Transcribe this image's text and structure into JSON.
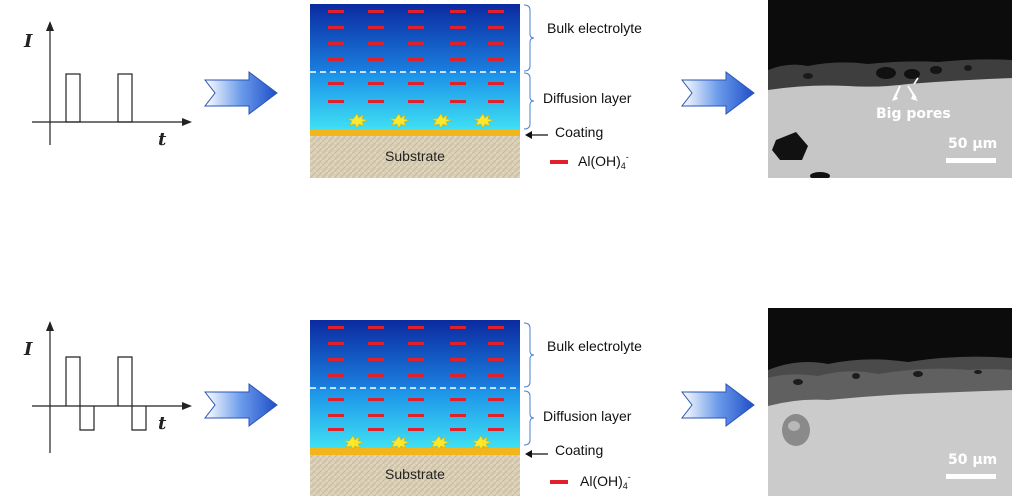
{
  "rows": [
    {
      "waveform": {
        "type": "unipolar",
        "y_label": "I",
        "x_label": "t"
      },
      "schematic": {
        "bulk_label": "Bulk electrolyte",
        "diffusion_label": "Diffusion layer",
        "coating_label": "Coating",
        "substrate_label": "Substrate",
        "legend_species": "Al(OH)",
        "legend_sub": "4",
        "legend_sup": "-"
      },
      "micrograph": {
        "annotation": "Big pores",
        "scale": "50 µm"
      }
    },
    {
      "waveform": {
        "type": "bipolar",
        "y_label": "I",
        "x_label": "t"
      },
      "schematic": {
        "bulk_label": "Bulk electrolyte",
        "diffusion_label": "Diffusion layer",
        "coating_label": "Coating",
        "substrate_label": "Substrate",
        "legend_species": "Al(OH)",
        "legend_sub": "4",
        "legend_sup": "-"
      },
      "micrograph": {
        "annotation": "",
        "scale": "50 µm"
      }
    }
  ],
  "colors": {
    "ion": "#e0202a",
    "electrolyte_top": "#0a2fa8",
    "electrolyte_bottom": "#2fd0f0",
    "coating": "#f2b51c",
    "substrate": "#d9cdb3",
    "arrow": "#3b6fd6",
    "spark": "#ffe82a"
  }
}
